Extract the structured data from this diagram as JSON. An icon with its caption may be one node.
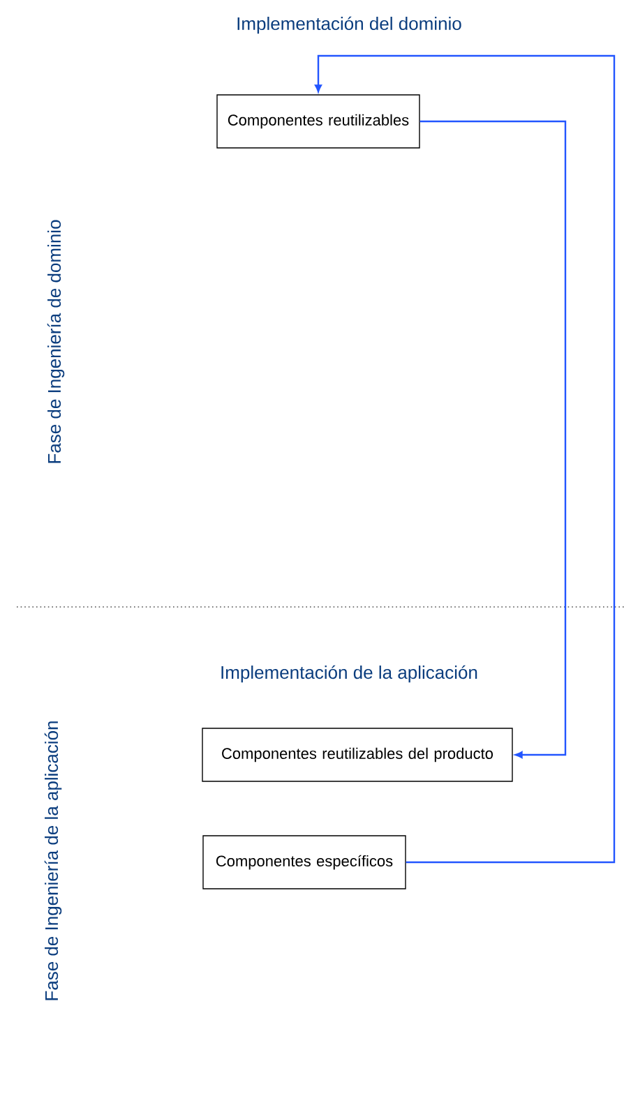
{
  "diagram": {
    "nodes": [
      {
        "text": [
          "Componentes reutilizables"
        ]
      },
      {
        "text": [
          "Componentes reutilizables del producto"
        ]
      },
      {
        "text": [
          "Componentes específicos"
        ]
      }
    ],
    "edges": [
      {
        "from": 0,
        "to": 1,
        "arrow": "to"
      },
      {
        "from": 2,
        "to": 0,
        "arrow": "to"
      }
    ],
    "labels": [
      "Implementación del dominio",
      "Fase de Ingeniería de dominio",
      "Implementación de la aplicación",
      "Fase de Ingeniería de la aplicación"
    ]
  }
}
